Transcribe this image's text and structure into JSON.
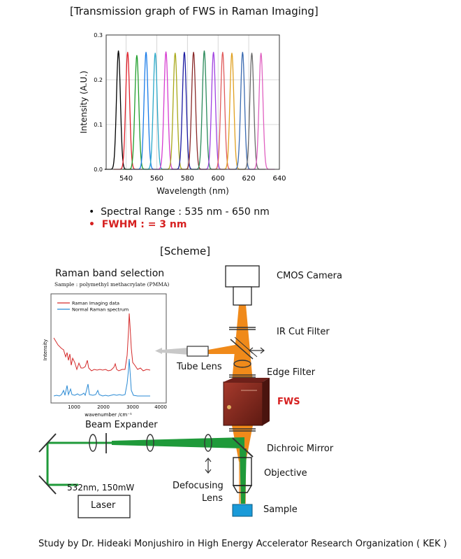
{
  "header_title": "[Transmission graph of FWS in Raman Imaging]",
  "transmission_chart": {
    "type": "line",
    "xlabel": "Wavelength (nm)",
    "ylabel": "Intensity (A.U.)",
    "xlim": [
      527,
      640
    ],
    "ylim": [
      0,
      0.3
    ],
    "x_ticks": [
      "540",
      "560",
      "580",
      "600",
      "620",
      "640"
    ],
    "y_ticks": [
      "0.0",
      "0.1",
      "0.2",
      "0.3"
    ],
    "grid": true
  },
  "chart_data": {
    "type": "line",
    "title": "[Transmission graph of FWS in Raman Imaging]",
    "xlabel": "Wavelength (nm)",
    "ylabel": "Intensity (A.U.)",
    "xlim": [
      527,
      640
    ],
    "ylim": [
      0,
      0.3
    ],
    "peak_centers_nm": [
      535,
      541,
      547,
      553,
      559,
      566,
      572,
      578,
      584,
      591,
      597,
      603,
      609,
      616,
      622,
      628
    ],
    "peak_heights": [
      0.265,
      0.262,
      0.255,
      0.262,
      0.26,
      0.263,
      0.26,
      0.262,
      0.262,
      0.265,
      0.262,
      0.262,
      0.26,
      0.262,
      0.26,
      0.26
    ],
    "fwhm_nm": 3,
    "series_colors": [
      "#000000",
      "#e0202a",
      "#1e9e2a",
      "#1a7be8",
      "#2aa8c8",
      "#d63cd0",
      "#a8a818",
      "#1a1aa0",
      "#8a2a2a",
      "#2a8a5a",
      "#a040e0",
      "#e05a5a",
      "#e0a020",
      "#3a6ab0",
      "#6a6a6a",
      "#e060c0"
    ]
  },
  "specs": {
    "bullet_glyph": "•",
    "spectral_range": "Spectral  Range :  535 nm -  650 nm",
    "fwhm": "FWHM :  = 3 nm"
  },
  "scheme": {
    "title": "[Scheme]",
    "labels": {
      "cmos_camera": "CMOS Camera",
      "ir_cut_filter": "IR Cut Filter",
      "tube_lens": "Tube Lens",
      "edge_filter": "Edge Filter",
      "fws": "FWS",
      "beam_expander": "Beam Expander",
      "dichroic_mirror": "Dichroic Mirror",
      "objective": "Objective",
      "defocusing_lens_1": "Defocusing",
      "defocusing_lens_2": "Lens",
      "laser_spec": "532nm, 150mW",
      "laser": "Laser",
      "sample": "Sample"
    }
  },
  "raman_inset": {
    "title": "Raman band selection",
    "sample_note": "Sample : polymethyl methacrylate (PMMA)",
    "legend_1": "Raman Imaging data",
    "legend_2": "Normal Raman spectrum",
    "ylabel": "Intensity",
    "xlabel": "wavenumber /cm⁻¹",
    "x_ticks": [
      "1000",
      "2000",
      "3000",
      "4000"
    ],
    "series_colors": [
      "#d42a2a",
      "#2a8ad4"
    ]
  },
  "credit": "Study by Dr. Hideaki Monjushiro in High Energy Accelerator Research Organization ( KEK )",
  "colors": {
    "accent_red": "#d62020",
    "laser_green": "#1f9a3a",
    "emission_orange": "#f08a1a",
    "sample_blue": "#1a9ad8",
    "fws_body": "#8b2a20"
  }
}
